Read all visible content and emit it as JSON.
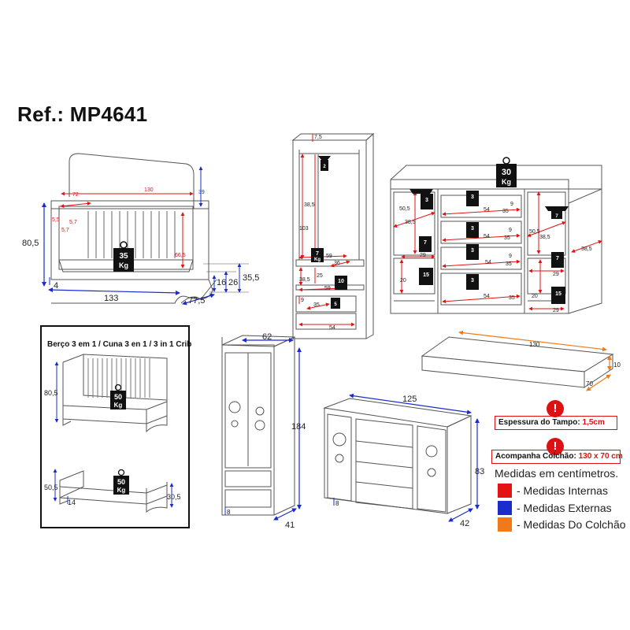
{
  "ref": "Ref.: MP4641",
  "inset_title": "Berço 3 em 1 / Cuna 3 en 1 / 3 in 1 Crib",
  "notes": {
    "tampo_label": "Espessura do Tampo: ",
    "tampo_value": "1,5cm",
    "colchao_label": "Acompanha Colchão: ",
    "colchao_value": "130 x 70 cm",
    "icon": "exclamation-icon"
  },
  "legend": {
    "title": "Medidas em centímetros.",
    "items": [
      {
        "label": "- Medidas Internas",
        "color": "#e41313"
      },
      {
        "label": "- Medidas Externas",
        "color": "#1a2ccc"
      },
      {
        "label": "- Medidas Do Colchão",
        "color": "#f07a1a"
      }
    ]
  },
  "colors": {
    "internal": "#e41313",
    "external": "#1a2ccc",
    "mattress": "#f07a1a",
    "weight": "#111111"
  },
  "crib": {
    "d_130": "130",
    "d_39": "39",
    "d_72": "72",
    "d_55": "5,5",
    "d_57a": "5,7",
    "d_57b": "5,7",
    "d_665": "66,5",
    "d_805": "80,5",
    "d_133": "133",
    "d_4": "4",
    "d_775": "77,5",
    "d_16": "16",
    "d_26": "26",
    "d_355": "35,5",
    "w": "35",
    "kg": "Kg"
  },
  "wardrobe_open": {
    "d_75": "7,5",
    "d_385a": "38,5",
    "d_103": "103",
    "d_59a": "59",
    "d_36": "36",
    "d_385b": "38,5",
    "d_25": "25",
    "d_59b": "59",
    "d_9": "9",
    "d_35": "35",
    "d_54": "54",
    "w_hanger": "2",
    "w_shelf": "7",
    "w_drawer": "10",
    "w_small": "5",
    "kg": "Kg"
  },
  "dresser_open": {
    "d_505a": "50,5",
    "d_385a": "38,5",
    "d_20a": "20",
    "d_29a": "29",
    "d_54a": "54",
    "d_35a": "35",
    "d_9a": "9",
    "d_54b": "54",
    "d_35b": "35",
    "d_9b": "9",
    "d_54c": "54",
    "d_35c": "35",
    "d_9c": "9",
    "d_54d": "54",
    "d_35d": "35",
    "d_505b": "50,5",
    "d_385b": "38,5",
    "d_385c": "38,5",
    "d_20b": "20",
    "d_29b": "29",
    "d_29c": "29",
    "w_top": "30",
    "w_hang_l": "3",
    "w_shelf_l": "7",
    "w_bottom_l": "15",
    "w_dr1": "3",
    "w_dr2": "3",
    "w_dr3": "3",
    "w_dr4": "3",
    "w_hang_r": "7",
    "w_shelf_r": "7",
    "w_bottom_r": "15",
    "kg": "Kg"
  },
  "mattress": {
    "d_130": "130",
    "d_10": "10",
    "d_70": "70"
  },
  "inset": {
    "d_805": "80,5",
    "w1": "50",
    "d_505": "50,5",
    "d_14": "14",
    "d_305": "30,5",
    "w2": "50",
    "kg": "Kg"
  },
  "wardrobe_closed": {
    "d_62": "62",
    "d_184": "184",
    "d_41": "41",
    "d_8": "8"
  },
  "dresser_closed": {
    "d_125": "125",
    "d_83": "83",
    "d_42": "42",
    "d_8": "8"
  }
}
